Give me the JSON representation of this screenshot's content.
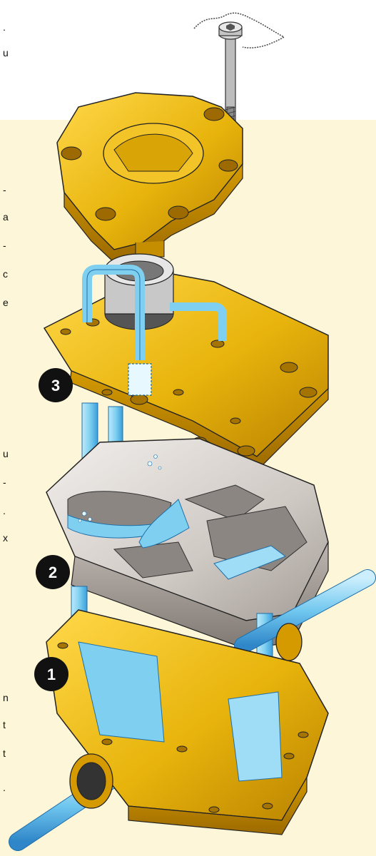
{
  "margin_fragments": [
    {
      "text": "."
    },
    {
      "text": "u"
    },
    {
      "text": "-"
    },
    {
      "text": "a"
    },
    {
      "text": "-"
    },
    {
      "text": "c"
    },
    {
      "text": "e"
    },
    {
      "text": "u"
    },
    {
      "text": "-"
    },
    {
      "text": "."
    },
    {
      "text": "x"
    },
    {
      "text": "n"
    },
    {
      "text": "t"
    },
    {
      "text": "t"
    },
    {
      "text": "."
    }
  ],
  "step_badges": [
    {
      "number": "3"
    },
    {
      "number": "2"
    },
    {
      "number": "1"
    }
  ],
  "colors": {
    "brass": "#e8b40c",
    "brass_dark": "#b07c00",
    "steel": "#d9d4d0",
    "steel_dark": "#8c8682",
    "water": "#7fd0f0",
    "water_dark": "#2e8fd0",
    "background": "#fdf6d8"
  }
}
